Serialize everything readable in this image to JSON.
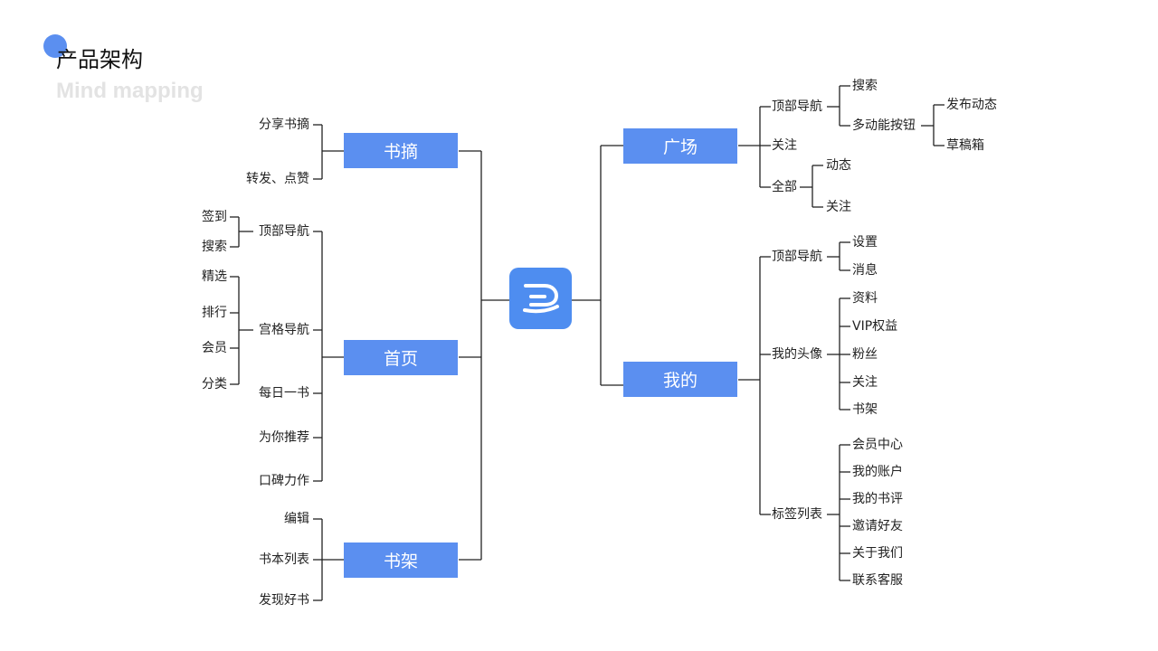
{
  "header": {
    "title": "产品架构",
    "subtitle": "Mind mapping"
  },
  "center": {
    "icon": "app-logo-icon"
  },
  "colors": {
    "accent": "#5b8ff0",
    "line": "#222222"
  },
  "left": {
    "digest": {
      "label": "书摘",
      "items": [
        "分享书摘",
        "转发、点赞"
      ]
    },
    "home": {
      "label": "首页",
      "top_nav": {
        "label": "顶部导航",
        "items": [
          "签到",
          "搜索"
        ]
      },
      "grid_nav": {
        "label": "宫格导航",
        "items": [
          "精选",
          "排行",
          "会员",
          "分类"
        ]
      },
      "items": [
        "每日一书",
        "为你推荐",
        "口碑力作"
      ]
    },
    "shelf": {
      "label": "书架",
      "items": [
        "编辑",
        "书本列表",
        "发现好书"
      ]
    }
  },
  "right": {
    "square": {
      "label": "广场",
      "top_nav": {
        "label": "顶部导航",
        "search": "搜索",
        "multi": {
          "label": "多动能按钮",
          "items": [
            "发布动态",
            "草稿箱"
          ]
        }
      },
      "follow": "关注",
      "all": {
        "label": "全部",
        "items": [
          "动态",
          "关注"
        ]
      }
    },
    "mine": {
      "label": "我的",
      "top_nav": {
        "label": "顶部导航",
        "items": [
          "设置",
          "消息"
        ]
      },
      "avatar": {
        "label": "我的头像",
        "items": [
          "资料",
          "VIP权益",
          "粉丝",
          "关注",
          "书架"
        ]
      },
      "tags": {
        "label": "标签列表",
        "items": [
          "会员中心",
          "我的账户",
          "我的书评",
          "邀请好友",
          "关于我们",
          "联系客服"
        ]
      }
    }
  }
}
